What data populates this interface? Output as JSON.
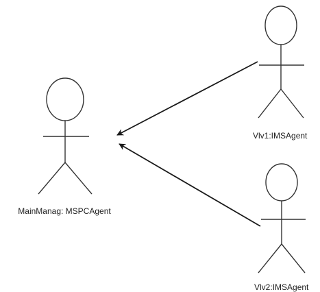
{
  "actors": [
    {
      "id": "main",
      "label": "MainManag: MSPCAgent"
    },
    {
      "id": "vlv1",
      "label": "Vlv1:IMSAgent"
    },
    {
      "id": "vlv2",
      "label": "Vlv2:IMSAgent"
    }
  ],
  "connections": [
    {
      "from": "vlv1",
      "to": "main",
      "arrow": "target"
    },
    {
      "from": "vlv2",
      "to": "main",
      "arrow": "target"
    }
  ],
  "colors": {
    "line": "#333333",
    "text": "#222222",
    "background": "#ffffff"
  }
}
